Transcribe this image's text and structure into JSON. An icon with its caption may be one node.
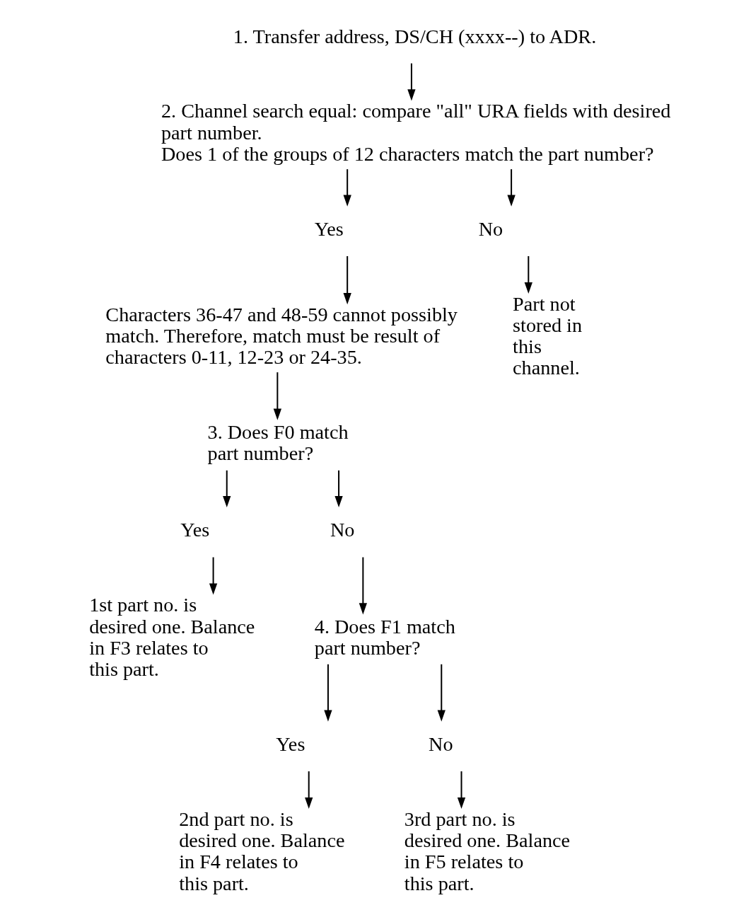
{
  "diagram": {
    "nodes": [
      {
        "text": [
          "1. Transfer address, DS/CH (xxxx--) to ADR."
        ]
      },
      {
        "text": [
          "2. Channel search equal: compare \"all\" URA fields with desired part number.",
          "Does 1 of the groups of 12 characters match the part number?"
        ]
      },
      {
        "text": [
          "Yes"
        ]
      },
      {
        "text": [
          "No"
        ]
      },
      {
        "text": [
          "Characters 36-47 and 48-59 cannot possibly match. Therefore, match must be result of characters 0-11, 12-23 or 24-35."
        ]
      },
      {
        "text": [
          "3. Does F0 match part number?"
        ]
      },
      {
        "text": [
          "Yes"
        ]
      },
      {
        "text": [
          "No"
        ]
      },
      {
        "text": [
          "1st part no. is desired one. Balance in F3 relates to this part."
        ]
      },
      {
        "text": [
          "4. Does F1 match part number?"
        ]
      },
      {
        "text": [
          "Yes"
        ]
      },
      {
        "text": [
          "No"
        ]
      },
      {
        "text": [
          "2nd part no. is desired one. Balance in F4 relates to this part."
        ]
      },
      {
        "text": [
          "3rd part no. is desired one. Balance in F5 relates to this part."
        ]
      },
      {
        "text": [
          "Part not stored in this channel."
        ]
      }
    ],
    "edges": [
      {
        "from": 0,
        "to": 1,
        "arrow": "to"
      },
      {
        "from": 1,
        "to": 2,
        "arrow": "to"
      },
      {
        "from": 1,
        "to": 3,
        "arrow": "to"
      },
      {
        "from": 2,
        "to": 4,
        "arrow": "to"
      },
      {
        "from": 4,
        "to": 5,
        "arrow": "to"
      },
      {
        "from": 5,
        "to": 6,
        "arrow": "to"
      },
      {
        "from": 5,
        "to": 7,
        "arrow": "to"
      },
      {
        "from": 6,
        "to": 8,
        "arrow": "to"
      },
      {
        "from": 7,
        "to": 9,
        "arrow": "to"
      },
      {
        "from": 9,
        "to": 10,
        "arrow": "to"
      },
      {
        "from": 9,
        "to": 11,
        "arrow": "to"
      },
      {
        "from": 10,
        "to": 12,
        "arrow": "to"
      },
      {
        "from": 11,
        "to": 13,
        "arrow": "to"
      },
      {
        "from": 3,
        "to": 14,
        "arrow": "to"
      }
    ]
  }
}
